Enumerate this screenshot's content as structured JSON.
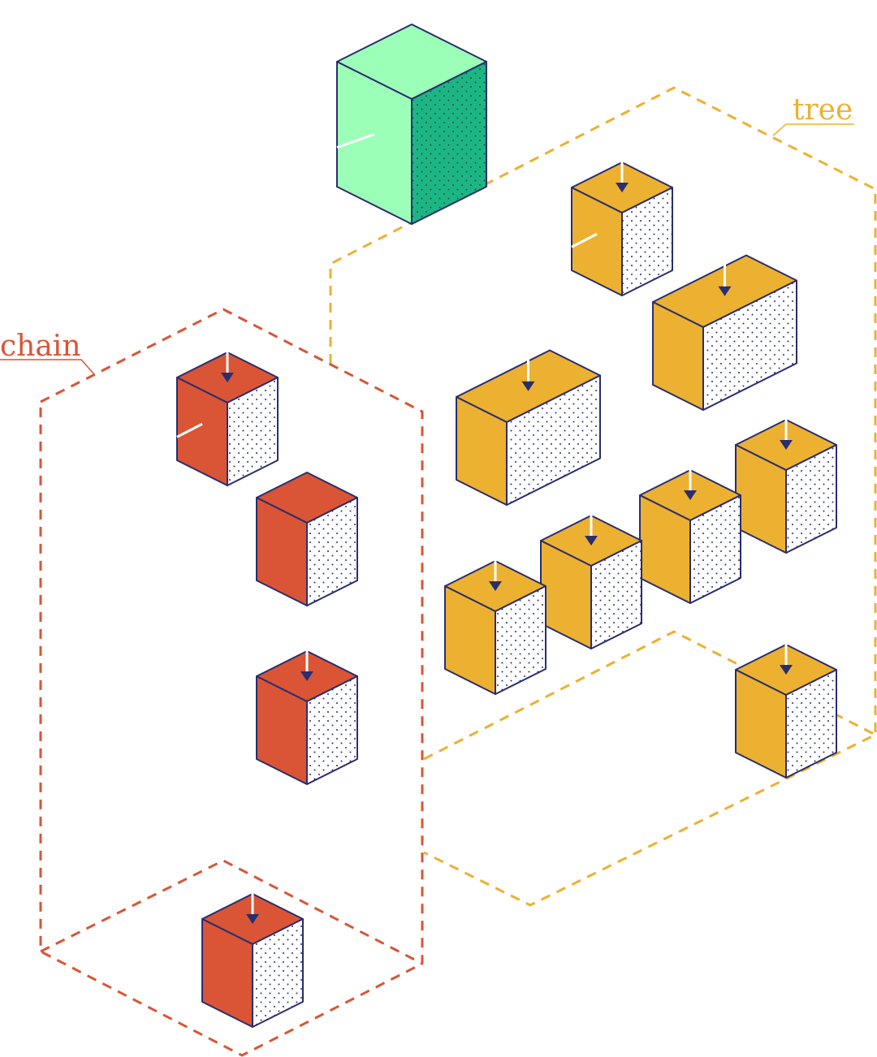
{
  "labels": {
    "tree": "tree",
    "chain": "chain"
  },
  "colors": {
    "outline": "#2a2d6e",
    "root_front": "#9cffb8",
    "root_side": "#1db584",
    "tree": "#ecb130",
    "chain": "#d95535",
    "side_fill": "#ffffff",
    "dots": "#2a2d6e"
  },
  "groups": [
    {
      "name": "tree",
      "color_key": "tree"
    },
    {
      "name": "chain",
      "color_key": "chain"
    }
  ]
}
